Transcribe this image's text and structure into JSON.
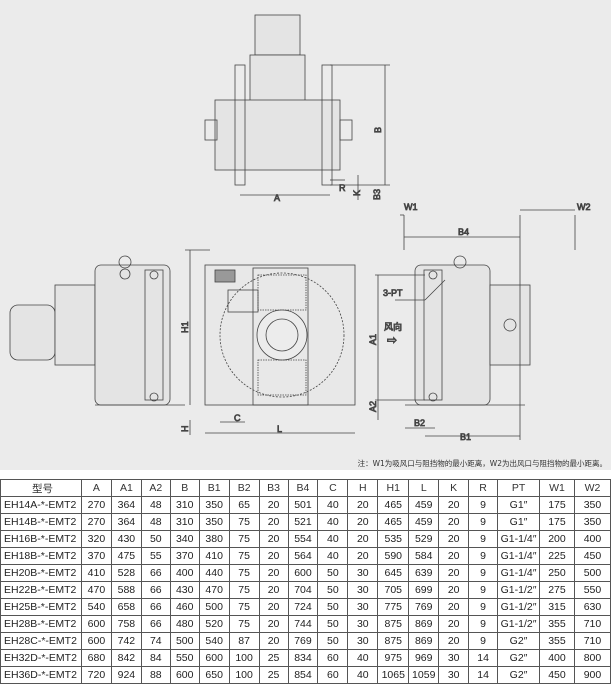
{
  "drawing": {
    "labels": {
      "A": "A",
      "R": "R",
      "K": "K",
      "B3": "B3",
      "B": "B",
      "W1": "W1",
      "W2": "W2",
      "B4": "B4",
      "PT": "3-PT",
      "wind": "风向",
      "arrow": "⇨",
      "A1": "A1",
      "A2": "A2",
      "B2": "B2",
      "B1": "B1",
      "H1": "H1",
      "H": "H",
      "C": "C",
      "L": "L"
    }
  },
  "note": "注：W1为吸风口与阻挡物的最小距离，W2为出风口与阻挡物的最小距离。",
  "table": {
    "headers": [
      "型号",
      "A",
      "A1",
      "A2",
      "B",
      "B1",
      "B2",
      "B3",
      "B4",
      "C",
      "H",
      "H1",
      "L",
      "K",
      "R",
      "PT",
      "W1",
      "W2"
    ],
    "rows": [
      [
        "EH14A-*-EMT2",
        "270",
        "364",
        "48",
        "310",
        "350",
        "65",
        "20",
        "501",
        "40",
        "20",
        "465",
        "459",
        "20",
        "9",
        "G1″",
        "175",
        "350"
      ],
      [
        "EH14B-*-EMT2",
        "270",
        "364",
        "48",
        "310",
        "350",
        "75",
        "20",
        "521",
        "40",
        "20",
        "465",
        "459",
        "20",
        "9",
        "G1″",
        "175",
        "350"
      ],
      [
        "EH16B-*-EMT2",
        "320",
        "430",
        "50",
        "340",
        "380",
        "75",
        "20",
        "554",
        "40",
        "20",
        "535",
        "529",
        "20",
        "9",
        "G1-1/4″",
        "200",
        "400"
      ],
      [
        "EH18B-*-EMT2",
        "370",
        "475",
        "55",
        "370",
        "410",
        "75",
        "20",
        "564",
        "40",
        "20",
        "590",
        "584",
        "20",
        "9",
        "G1-1/4″",
        "225",
        "450"
      ],
      [
        "EH20B-*-EMT2",
        "410",
        "528",
        "66",
        "400",
        "440",
        "75",
        "20",
        "600",
        "50",
        "30",
        "645",
        "639",
        "20",
        "9",
        "G1-1/4″",
        "250",
        "500"
      ],
      [
        "EH22B-*-EMT2",
        "470",
        "588",
        "66",
        "430",
        "470",
        "75",
        "20",
        "704",
        "50",
        "30",
        "705",
        "699",
        "20",
        "9",
        "G1-1/2″",
        "275",
        "550"
      ],
      [
        "EH25B-*-EMT2",
        "540",
        "658",
        "66",
        "460",
        "500",
        "75",
        "20",
        "724",
        "50",
        "30",
        "775",
        "769",
        "20",
        "9",
        "G1-1/2″",
        "315",
        "630"
      ],
      [
        "EH28B-*-EMT2",
        "600",
        "758",
        "66",
        "480",
        "520",
        "75",
        "20",
        "744",
        "50",
        "30",
        "875",
        "869",
        "20",
        "9",
        "G1-1/2″",
        "355",
        "710"
      ],
      [
        "EH28C-*-EMT2",
        "600",
        "742",
        "74",
        "500",
        "540",
        "87",
        "20",
        "769",
        "50",
        "30",
        "875",
        "869",
        "20",
        "9",
        "G2″",
        "355",
        "710"
      ],
      [
        "EH32D-*-EMT2",
        "680",
        "842",
        "84",
        "550",
        "600",
        "100",
        "25",
        "834",
        "60",
        "40",
        "975",
        "969",
        "30",
        "14",
        "G2″",
        "400",
        "800"
      ],
      [
        "EH36D-*-EMT2",
        "720",
        "924",
        "88",
        "600",
        "650",
        "100",
        "25",
        "854",
        "60",
        "40",
        "1065",
        "1059",
        "30",
        "14",
        "G2″",
        "450",
        "900"
      ]
    ]
  }
}
